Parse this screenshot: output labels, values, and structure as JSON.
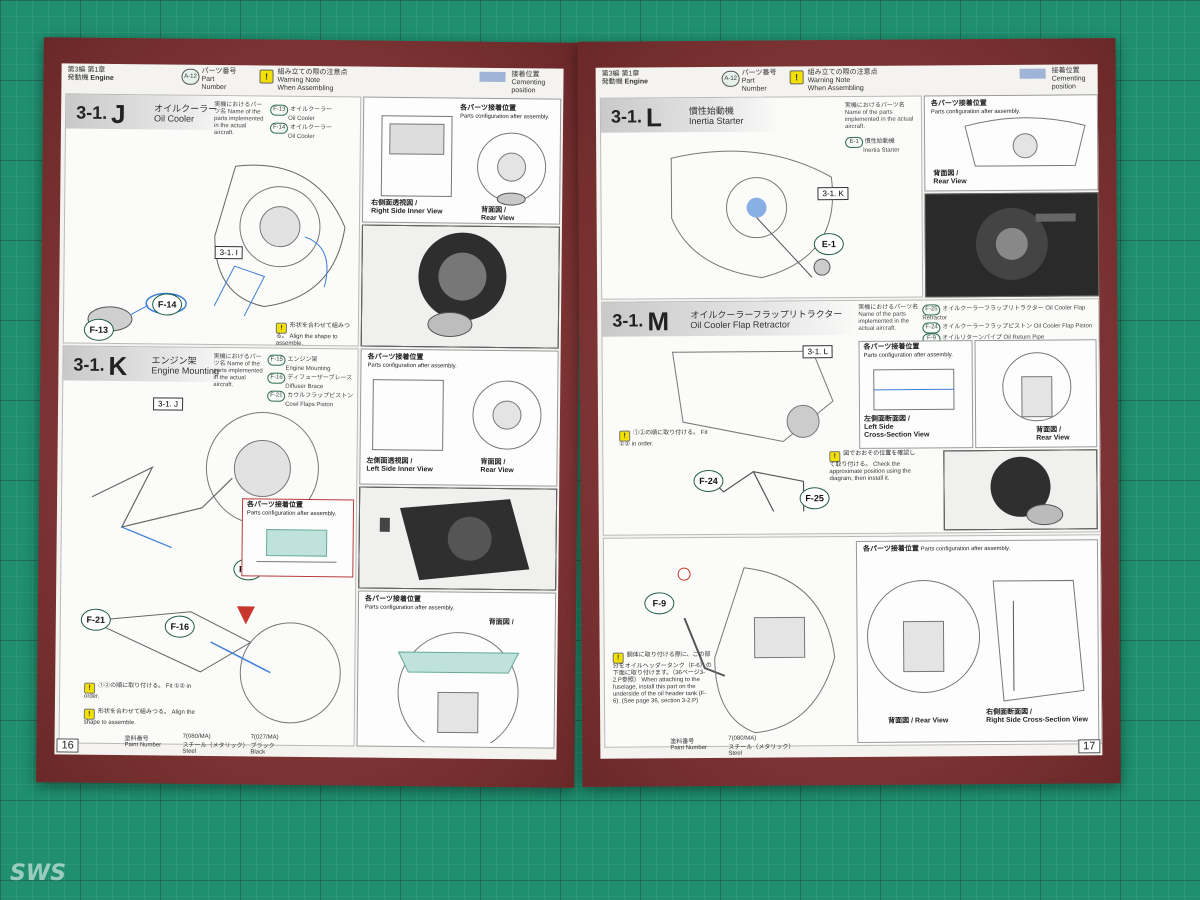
{
  "header": {
    "left": {
      "chapter_label": "第3編 第1章",
      "chapter_jp": "発動機",
      "chapter_en": "Engine",
      "part_tag": "A-12",
      "part_jp": "パーツ番号",
      "part_en_1": "Part",
      "part_en_2": "Number",
      "warn_symbol": "!",
      "warn_jp": "組み立ての際の注意点",
      "warn_en_1": "Warning Note",
      "warn_en_2": "When Assembling",
      "conceal_jp": "接着位置",
      "conceal_en_1": "Cementing",
      "conceal_en_2": "position"
    },
    "right": {
      "chapter_label": "第3編 第1章",
      "chapter_jp": "発動機",
      "chapter_en": "Engine",
      "part_tag": "A-12",
      "part_jp": "パーツ番号",
      "part_en_1": "Part",
      "part_en_2": "Number",
      "warn_symbol": "!",
      "warn_jp": "組み立ての際の注意点",
      "warn_en_1": "Warning Note",
      "warn_en_2": "When Assembling",
      "conceal_jp": "接着位置",
      "conceal_en_1": "Cementing",
      "conceal_en_2": "position"
    }
  },
  "left_page": {
    "page_number": "16",
    "section_j": {
      "num": "3-1.",
      "letter": "J",
      "title_jp": "オイルクーラー",
      "title_en": "Oil Cooler",
      "legend_intro": "実機におけるパーツ名 Name of the parts implemented in the actual aircraft.",
      "legend_items": [
        {
          "code": "F-13",
          "jp": "オイルクーラー",
          "en": "Oil Cooler"
        },
        {
          "code": "F-14",
          "jp": "オイルクーラー",
          "en": "Oil Cooler"
        }
      ],
      "ref": "3-1. I",
      "callouts": [
        "F-14",
        "F-13"
      ],
      "note": "形状を合わせて組みつる。 Align the shape to assemble.",
      "views": {
        "parts_config_jp": "各パーツ接着位置",
        "parts_config_en": "Parts configuration after assembly.",
        "right_inner_jp": "右側面透視図 /",
        "right_inner_en": "Right Side Inner View",
        "rear_jp": "背面図 /",
        "rear_en": "Rear View"
      }
    },
    "section_k": {
      "num": "3-1.",
      "letter": "K",
      "title_jp": "エンジン架",
      "title_en": "Engine Mounting",
      "legend_intro": "実機におけるパーツ名 Name of the parts implemented in the actual aircraft.",
      "legend_items": [
        {
          "code": "F-15",
          "jp": "エンジン架",
          "en": "Engine Mounting"
        },
        {
          "code": "F-16",
          "jp": "ディフューザーブレース",
          "en": "Diffuser Brace"
        },
        {
          "code": "F-21",
          "jp": "カウルフラップピストン",
          "en": "Cowl Flaps Piston"
        }
      ],
      "ref": "3-1. J",
      "callouts": [
        "F-15",
        "F-21",
        "F-16"
      ],
      "notes": [
        "①②の順に取り付ける。 Fit ①② in order.",
        "形状を合わせて組みつる。 Align the shape to assemble."
      ],
      "views": {
        "parts_config_jp": "各パーツ接着位置",
        "parts_config_en": "Parts configuration after assembly.",
        "left_inner_jp": "左側面透視図 /",
        "left_inner_en": "Left Side Inner View",
        "rear_jp": "背面図 /",
        "rear_en": "Rear View",
        "rear2_jp": "背面図 /"
      }
    },
    "footer": {
      "paint_jp": "塗料番号",
      "paint_en": "Paint Number",
      "paint_1_code": "7(080/MA)",
      "paint_1_jp": "スチール（メタリック）",
      "paint_1_en": "Steel",
      "paint_2_code": "7(027/MA)",
      "paint_2_jp": "ブラック",
      "paint_2_en": "Black"
    }
  },
  "right_page": {
    "page_number": "17",
    "section_l": {
      "num": "3-1.",
      "letter": "L",
      "title_jp": "慣性始動機",
      "title_en": "Inertia Starter",
      "legend_intro": "実機におけるパーツ名 Name of the parts implemented in the actual aircraft.",
      "legend_items": [
        {
          "code": "E-1",
          "jp": "慣性始動機",
          "en": "Inertia Starter"
        }
      ],
      "ref": "3-1. K",
      "callouts": [
        "E-1"
      ],
      "views": {
        "parts_config_jp": "各パーツ接着位置",
        "parts_config_en": "Parts configuration after assembly.",
        "rear_jp": "背面図 /",
        "rear_en": "Rear View"
      }
    },
    "section_m": {
      "num": "3-1.",
      "letter": "M",
      "title_jp": "オイルクーラーフラップリトラクター",
      "title_en": "Oil Cooler Flap Retractor",
      "legend_intro": "実機におけるパーツ名 Name of the parts implemented in the actual aircraft.",
      "legend_items": [
        {
          "code": "F-25",
          "jp": "オイルクーラーフラップリトラクター",
          "en": "Oil Cooler Flap Retractor"
        },
        {
          "code": "F-24",
          "jp": "オイルクーラーフラップピストン",
          "en": "Oil Cooler Flap Piston"
        },
        {
          "code": "F-9",
          "jp": "オイルリターンパイプ",
          "en": "Oil Return Pipe"
        }
      ],
      "ref": "3-1. L",
      "callouts": [
        "F-24",
        "F-25",
        "F-9"
      ],
      "notes": [
        "①②の順に取り付ける。 Fit ①② in order.",
        "図でおおその位置を確認して取り付ける。 Check the approximate position using the diagram, then install it.",
        "胴体に取り付ける際に、この部分をオイルヘッダータンク（F-6）の下面に取り付けます。（36ページ3-2.P参照） When attaching to the fuselage, install this part on the underside of the oil header tank (F-6). (See page 36, section 3-2.P)"
      ],
      "views": {
        "parts_config_jp": "各パーツ接着位置",
        "parts_config_en": "Parts configuration after assembly.",
        "left_cross_jp": "左側面断面図 /",
        "left_cross_en_1": "Left Side",
        "left_cross_en_2": "Cross-Section View",
        "rear_jp": "背面図 /",
        "rear_en": "Rear View",
        "right_cross_jp": "右側面断面図 /",
        "right_cross_en": "Right Side Cross-Section View",
        "rear2_jp": "背面図 /",
        "rear2_en": "Rear View"
      }
    },
    "footer": {
      "paint_jp": "塗料番号",
      "paint_en": "Paint Number",
      "paint_1_code": "7(080/MA)",
      "paint_1_jp": "スチール（メタリック）",
      "paint_1_en": "Steel"
    }
  },
  "watermark": "SWS",
  "colors": {
    "mat_green": "#1f8f6f",
    "page_border": "#8a3f3f",
    "part_green": "#1f5e43",
    "highlight_blue": "#3d7fd6",
    "warning_yellow": "#f2e100",
    "red_arrow": "#c8372d"
  }
}
